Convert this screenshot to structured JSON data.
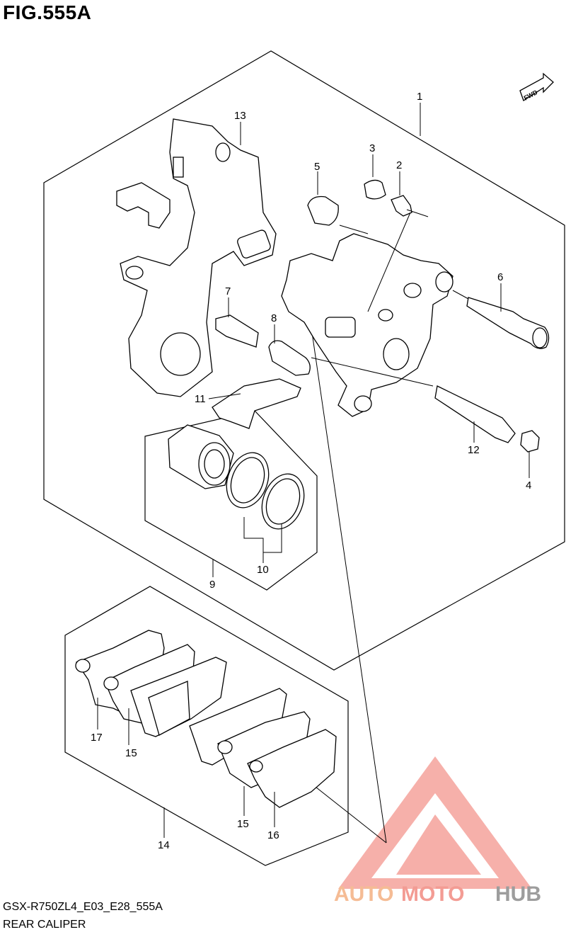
{
  "figure_title": "FIG.555A",
  "fwd_label": "FWD",
  "model_code": "GSX-R750ZL4_E03_E28_555A",
  "section_name": "REAR CALIPER",
  "watermark": {
    "brand_a": "AUTO",
    "brand_b": "MOTO",
    "brand_c": "HUB",
    "color_a": "#f4b183",
    "color_b": "#f28b82",
    "color_c": "#8c8c8c"
  },
  "callouts": {
    "c1": "1",
    "c2": "2",
    "c3": "3",
    "c4": "4",
    "c5": "5",
    "c6": "6",
    "c7": "7",
    "c8": "8",
    "c9": "9",
    "c10": "10",
    "c11": "11",
    "c12": "12",
    "c13": "13",
    "c14": "14",
    "c15a": "15",
    "c15b": "15",
    "c16": "16",
    "c17": "17"
  }
}
